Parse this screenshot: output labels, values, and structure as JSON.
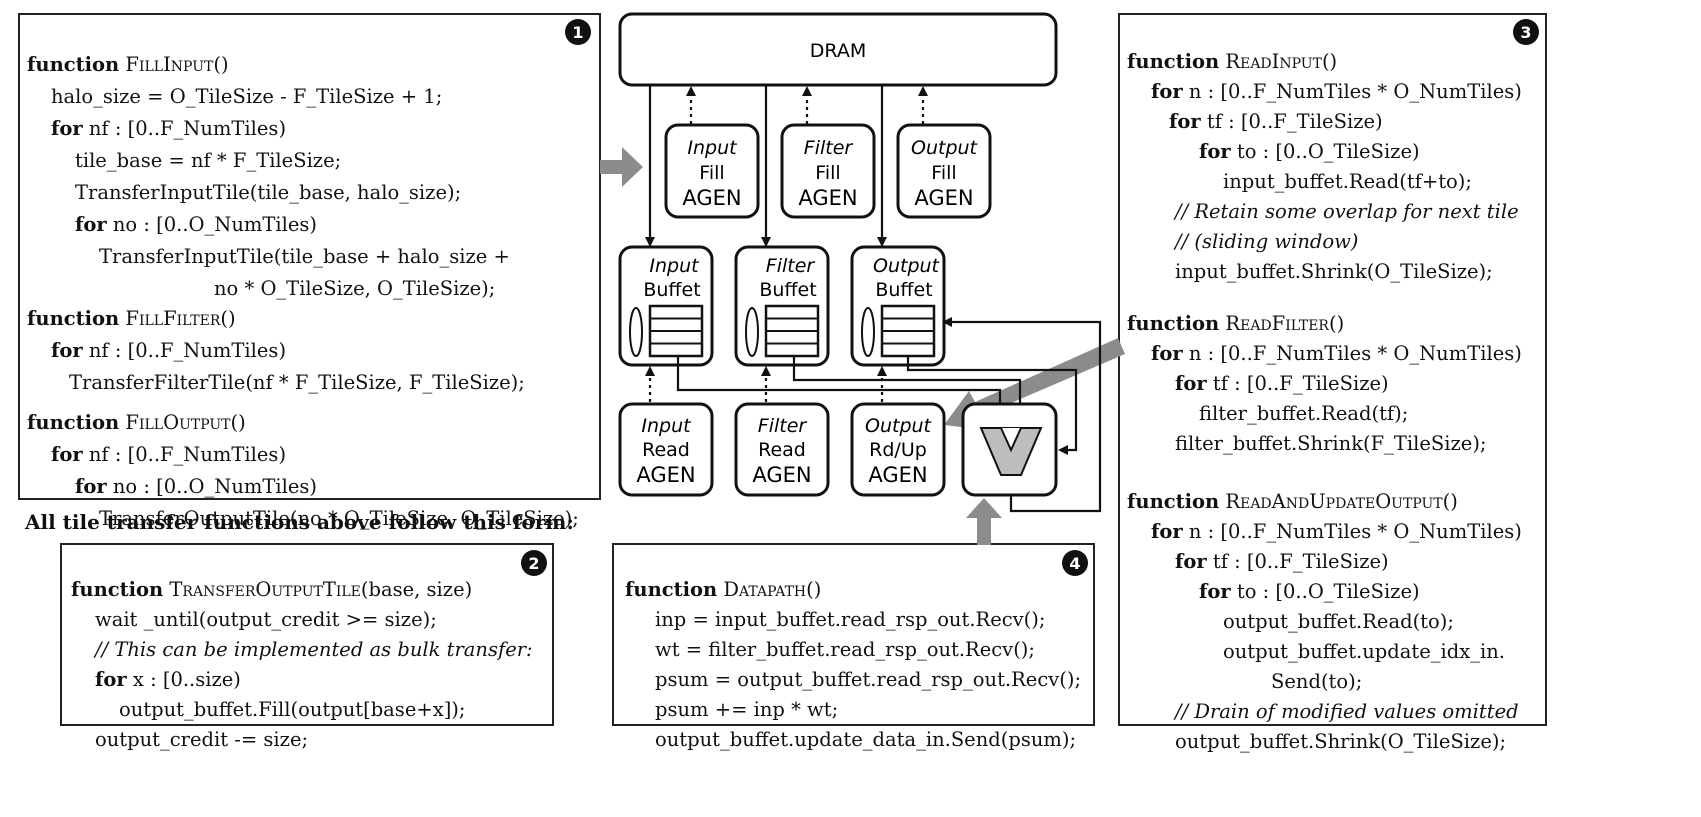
{
  "panel1": {
    "number": "1",
    "fill_input": {
      "kw": "function",
      "name": "FillInput",
      "suffix": "()",
      "l1": "halo_size = O_TileSize - F_TileSize + 1;",
      "l2_kw": "for",
      "l2": " nf : [0..F_NumTiles)",
      "l3": "tile_base = nf * F_TileSize;",
      "l4": "TransferInputTile(tile_base, halo_size);",
      "l5_kw": "for",
      "l5": " no : [0..O_NumTiles)",
      "l6": "TransferInputTile(tile_base + halo_size +",
      "l7": "no * O_TileSize, O_TileSize);"
    },
    "fill_filter": {
      "kw": "function",
      "name": "FillFilter",
      "suffix": "()",
      "l1_kw": "for",
      "l1": " nf : [0..F_NumTiles)",
      "l2": "TransferFilterTile(nf * F_TileSize, F_TileSize);"
    },
    "fill_output": {
      "kw": "function",
      "name": "FillOutput",
      "suffix": "()",
      "l1_kw": "for",
      "l1": " nf : [0..F_NumTiles)",
      "l2_kw": "for",
      "l2": " no : [0..O_NumTiles)",
      "l3": "TransferOutputTile(no * O_TileSize, O_TileSize);"
    }
  },
  "caption": "All tile transfer functions above follow this form:",
  "panel2": {
    "number": "2",
    "kw": "function",
    "name": "TransferOutputTile",
    "suffix": "(base, size)",
    "l1": "wait _until(output_credit >= size);",
    "l2": "// This can be implemented as bulk transfer:",
    "l3_kw": "for",
    "l3": " x : [0..size)",
    "l4": "output_buffet.Fill(output[base+x]);",
    "l5": "output_credit -= size;"
  },
  "panel3": {
    "number": "3",
    "read_input": {
      "kw": "function",
      "name": "ReadInput",
      "suffix": "()",
      "l1_kw": "for",
      "l1": " n : [0..F_NumTiles * O_NumTiles)",
      "l2_kw": "for",
      "l2": " tf : [0..F_TileSize)",
      "l3_kw": "for",
      "l3": " to : [0..O_TileSize)",
      "l4": "input_buffet.Read(tf+to);",
      "l5": "// Retain some overlap for next tile",
      "l6": "// (sliding window)",
      "l7": "input_buffet.Shrink(O_TileSize);"
    },
    "read_filter": {
      "kw": "function",
      "name": "ReadFilter",
      "suffix": "()",
      "l1_kw": "for",
      "l1": " n : [0..F_NumTiles * O_NumTiles)",
      "l2_kw": "for",
      "l2": " tf : [0..F_TileSize)",
      "l3": "filter_buffet.Read(tf);",
      "l4": "filter_buffet.Shrink(F_TileSize);"
    },
    "read_update_output": {
      "kw": "function",
      "name": "ReadAndUpdateOutput",
      "suffix": "()",
      "l1_kw": "for",
      "l1": " n : [0..F_NumTiles * O_NumTiles)",
      "l2_kw": "for",
      "l2": " tf : [0..F_TileSize)",
      "l3_kw": "for",
      "l3": " to : [0..O_TileSize)",
      "l4": "output_buffet.Read(to);",
      "l5": "output_buffet.update_idx_in.",
      "l6": "Send(to);",
      "l7": "// Drain of modified values omitted",
      "l8": "output_buffet.Shrink(O_TileSize);"
    }
  },
  "panel4": {
    "number": "4",
    "kw": "function",
    "name": "Datapath",
    "suffix": "()",
    "l1": "inp = input_buffet.read_rsp_out.Recv();",
    "l2": "wt = filter_buffet.read_rsp_out.Recv();",
    "l3": "psum = output_buffet.read_rsp_out.Recv();",
    "l4": "psum += inp * wt;",
    "l5": "output_buffet.update_data_in.Send(psum);"
  },
  "diagram": {
    "dram": "DRAM",
    "fill_agens": [
      {
        "italic": "Input",
        "mid": "Fill",
        "bottom": "AGEN"
      },
      {
        "italic": "Filter",
        "mid": "Fill",
        "bottom": "AGEN"
      },
      {
        "italic": "Output",
        "mid": "Fill",
        "bottom": "AGEN"
      }
    ],
    "buffets": [
      {
        "italic": "Input",
        "bottom": "Buffet"
      },
      {
        "italic": "Filter",
        "bottom": "Buffet"
      },
      {
        "italic": "Output",
        "bottom": "Buffet"
      }
    ],
    "read_agens": [
      {
        "italic": "Input",
        "mid": "Read",
        "bottom": "AGEN"
      },
      {
        "italic": "Filter",
        "mid": "Read",
        "bottom": "AGEN"
      },
      {
        "italic": "Output",
        "mid": "Rd/Up",
        "bottom": "AGEN"
      }
    ],
    "colors": {
      "arrow_gray": "#8c8c8c",
      "mac_fill": "#bdbdbd",
      "line": "#111111"
    }
  }
}
